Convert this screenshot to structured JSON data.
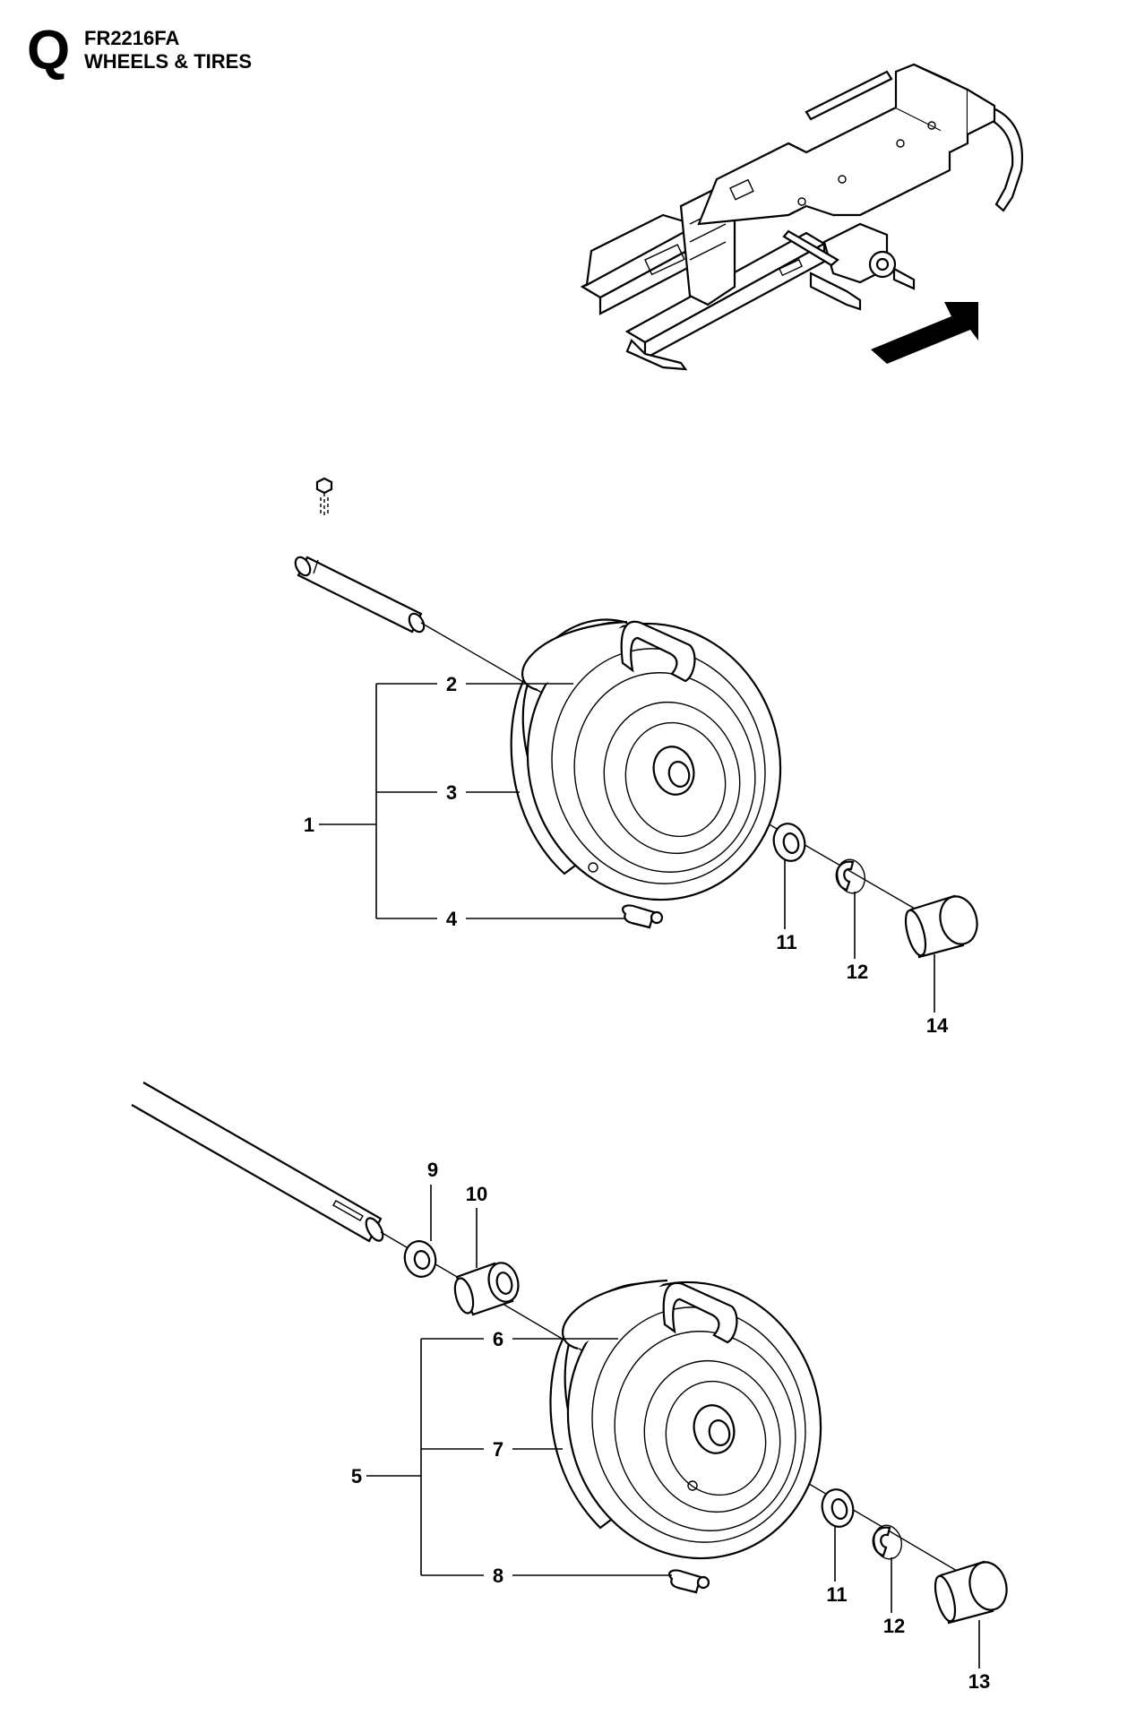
{
  "header": {
    "section_letter": "Q",
    "model": "FR2216FA",
    "title": "WHEELS & TIRES"
  },
  "callouts": {
    "c1": "1",
    "c2": "2",
    "c3": "3",
    "c4": "4",
    "c5": "5",
    "c6": "6",
    "c7": "7",
    "c8": "8",
    "c9": "9",
    "c10": "10",
    "c11a": "11",
    "c11b": "11",
    "c12a": "12",
    "c12b": "12",
    "c13": "13",
    "c14": "14"
  },
  "colors": {
    "ink": "#000000",
    "paper": "#ffffff"
  },
  "icons": {
    "view_arrow": "direction-arrow-icon"
  }
}
